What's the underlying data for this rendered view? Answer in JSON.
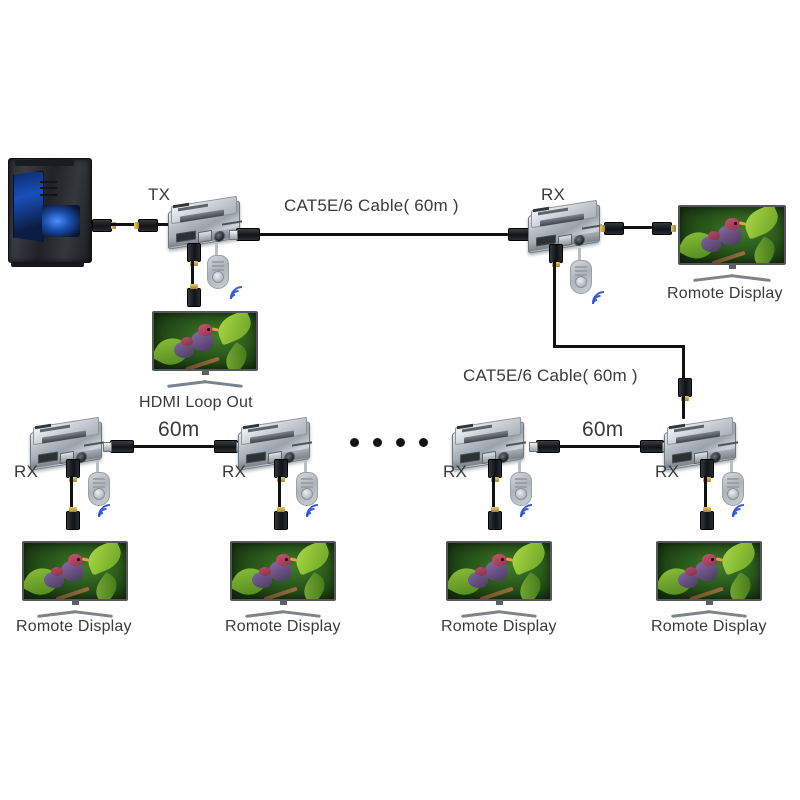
{
  "diagram": {
    "title": "HDMI Extender over CAT5E/6 cascade topology",
    "labels": {
      "tx": "TX",
      "rx": "RX",
      "cable_top": "CAT5E/6 Cable( 60m )",
      "cable_mid": "CAT5E/6 Cable( 60m )",
      "hdmi_loop_out": "HDMI Loop Out",
      "span_left": "60m",
      "span_right": "60m",
      "remote_display": "Romote Display"
    },
    "colors": {
      "background": "#ffffff",
      "text": "#3a3a3a",
      "cable": "#111111",
      "device_metal": "#b9bfc6",
      "wifi_wave": "#2f55d4",
      "pc_led": "#1753c8",
      "tv_screen_green": "#2c5c1d"
    },
    "nodes": [
      {
        "id": "pc",
        "type": "computer",
        "label": ""
      },
      {
        "id": "tx",
        "type": "extender",
        "label": "TX"
      },
      {
        "id": "rx-top",
        "type": "extender",
        "label": "RX"
      },
      {
        "id": "rx-b1",
        "type": "extender",
        "label": "RX"
      },
      {
        "id": "rx-b2",
        "type": "extender",
        "label": "RX"
      },
      {
        "id": "rx-b3",
        "type": "extender",
        "label": "RX"
      },
      {
        "id": "rx-b4",
        "type": "extender",
        "label": "RX"
      },
      {
        "id": "tv-loop",
        "type": "display",
        "label": "HDMI Loop Out"
      },
      {
        "id": "tv-top",
        "type": "display",
        "label": "Romote Display"
      },
      {
        "id": "tv-b1",
        "type": "display",
        "label": "Romote Display"
      },
      {
        "id": "tv-b2",
        "type": "display",
        "label": "Romote Display"
      },
      {
        "id": "tv-b3",
        "type": "display",
        "label": "Romote Display"
      },
      {
        "id": "tv-b4",
        "type": "display",
        "label": "Romote Display"
      }
    ],
    "links": [
      {
        "from": "pc",
        "to": "tx",
        "label": ""
      },
      {
        "from": "tx",
        "to": "rx-top",
        "label": "CAT5E/6 Cable( 60m )"
      },
      {
        "from": "rx-top",
        "to": "tv-top",
        "label": ""
      },
      {
        "from": "tx",
        "to": "tv-loop",
        "label": "HDMI Loop Out"
      },
      {
        "from": "rx-top",
        "to": "rx-b4",
        "label": "CAT5E/6 Cable( 60m )"
      },
      {
        "from": "rx-b1",
        "to": "rx-b2",
        "label": "60m"
      },
      {
        "from": "rx-b3",
        "to": "rx-b4",
        "label": "60m"
      }
    ],
    "continuation_dots": 4,
    "icons": {
      "ir_receiver": "ir-receiver-icon",
      "wifi": "wifi-waves-icon",
      "hdmi_plug": "hdmi-plug-icon",
      "rj45_plug": "rj45-plug-icon"
    }
  }
}
